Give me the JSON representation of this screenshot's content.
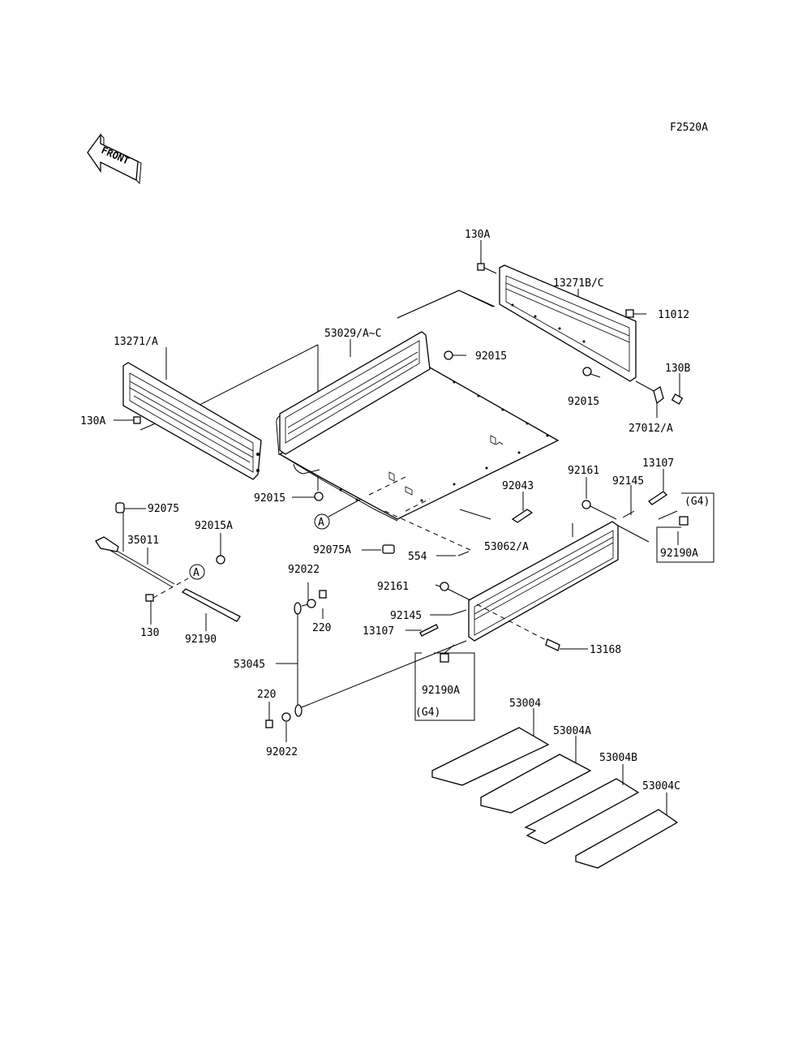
{
  "figure_code": "F2520A",
  "front_arrow_label": "FRONT",
  "ref_marker": "A",
  "parts": {
    "p130A_top": "130A",
    "p13271BC": "13271B/C",
    "p11012": "11012",
    "p13271A": "13271/A",
    "p53029": "53029/A~C",
    "p92015_mid": "92015",
    "p130B": "130B",
    "p92015_right": "92015",
    "p27012A": "27012/A",
    "p130A_left": "130A",
    "p92161_right": "92161",
    "p13107_right": "13107",
    "p92145_right": "92145",
    "p92015_left": "92015",
    "p92043": "92043",
    "g4_right": "(G4)",
    "p92075": "92075",
    "p92015A": "92015A",
    "p92075A": "92075A",
    "p53062A": "53062/A",
    "p92190A_right": "92190A",
    "p35011": "35011",
    "p554": "554",
    "p92022_top": "92022",
    "p92161_left": "92161",
    "p130": "130",
    "p92190": "92190",
    "p220_top": "220",
    "p92145_left": "92145",
    "p13107_left": "13107",
    "p13168": "13168",
    "p53045": "53045",
    "p92190A_box": "92190A",
    "g4_box": "(G4)",
    "p220_bottom": "220",
    "p92022_bottom": "92022",
    "p53004": "53004",
    "p53004A": "53004A",
    "p53004B": "53004B",
    "p53004C": "53004C"
  }
}
